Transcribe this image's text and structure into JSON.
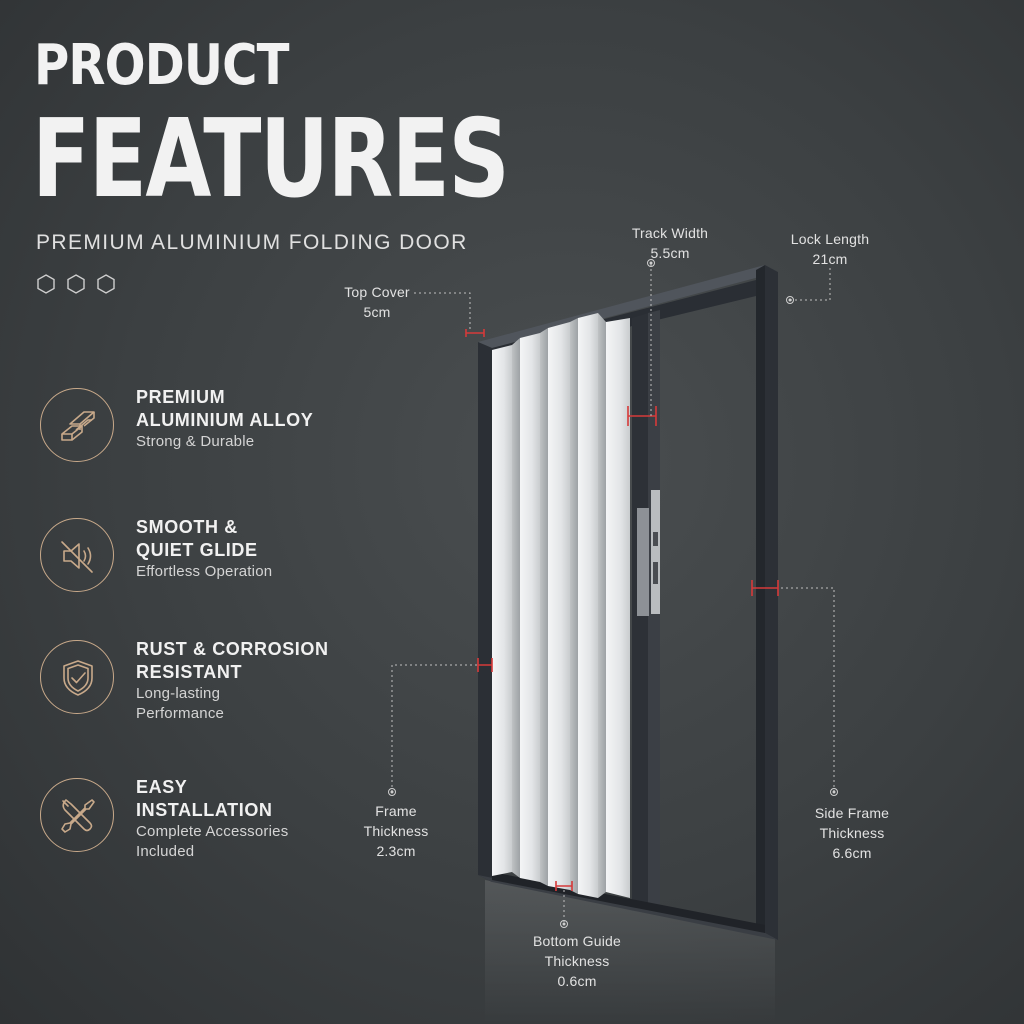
{
  "header": {
    "title_line1": "PRODUCT",
    "title_line2": "FEATURES",
    "subtitle": "PREMIUM ALUMINIUM FOLDING DOOR"
  },
  "features": [
    {
      "title_line1": "PREMIUM",
      "title_line2": "ALUMINIUM ALLOY",
      "desc_line1": "Strong & Durable",
      "desc_line2": "",
      "icon": "aluminium-bars-icon"
    },
    {
      "title_line1": "SMOOTH &",
      "title_line2": "QUIET GLIDE",
      "desc_line1": "Effortless Operation",
      "desc_line2": "",
      "icon": "muted-speaker-icon"
    },
    {
      "title_line1": "RUST & CORROSION",
      "title_line2": "RESISTANT",
      "desc_line1": "Long-lasting",
      "desc_line2": "Performance",
      "icon": "shield-check-icon"
    },
    {
      "title_line1": "EASY",
      "title_line2": "INSTALLATION",
      "desc_line1": "Complete Accessories",
      "desc_line2": "Included",
      "icon": "wrench-screwdriver-icon"
    }
  ],
  "callouts": {
    "top_cover": {
      "line1": "Top Cover",
      "line2": "5cm"
    },
    "track_width": {
      "line1": "Track Width",
      "line2": "5.5cm"
    },
    "lock_length": {
      "line1": "Lock Length",
      "line2": "21cm"
    },
    "frame_thickness": {
      "line1": "Frame",
      "line2": "Thickness",
      "line3": "2.3cm"
    },
    "side_frame": {
      "line1": "Side Frame",
      "line2": "Thickness",
      "line3": "6.6cm"
    },
    "bottom_guide": {
      "line1": "Bottom Guide",
      "line2": "Thickness",
      "line3": "0.6cm"
    }
  },
  "colors": {
    "background": "#3c4042",
    "accent_icon": "#c8a98a",
    "frame": "#2c3036",
    "panel": "#e6e8ea",
    "marker": "#d63a3a"
  }
}
